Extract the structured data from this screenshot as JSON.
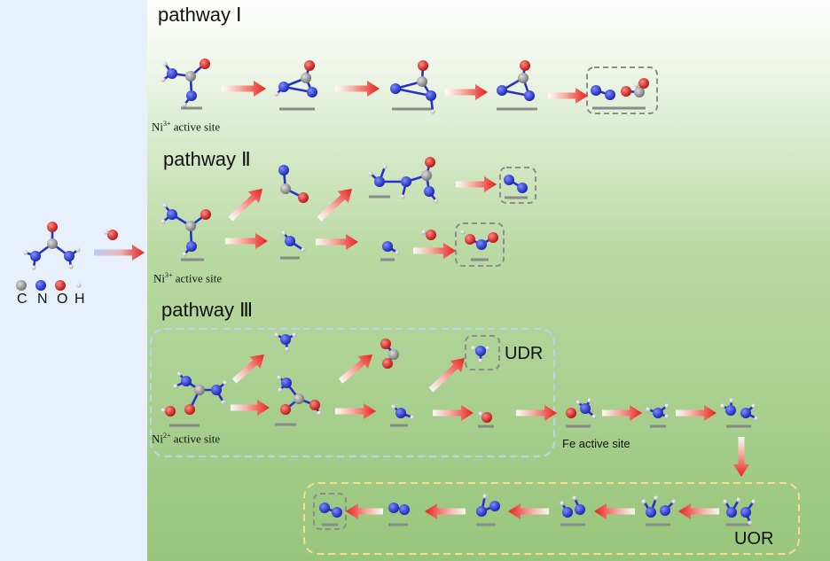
{
  "pathways": {
    "p1": "pathway Ⅰ",
    "p2": "pathway Ⅱ",
    "p3": "pathway Ⅲ"
  },
  "sites": {
    "ni3_a": {
      "base": "Ni",
      "sup": "3+",
      "rest": " active site"
    },
    "ni3_b": {
      "base": "Ni",
      "sup": "3+",
      "rest": " active site"
    },
    "ni2": {
      "base": "Ni",
      "sup": "2+",
      "rest": " active site"
    },
    "fe": "Fe active site"
  },
  "legend": {
    "items": [
      {
        "label": "C",
        "color": "#8a8a8a"
      },
      {
        "label": "N",
        "color": "#1f2fd6"
      },
      {
        "label": "O",
        "color": "#d81b1b"
      },
      {
        "label": "H",
        "color": "#e8e8e8"
      }
    ]
  },
  "labels": {
    "udr": "UDR",
    "uor": "UOR"
  },
  "colors": {
    "carbon": "#8a8a8a",
    "nitrogen": "#1f2fd6",
    "oxygen": "#d81b1b",
    "hydrogen": "#f0f0f0",
    "arrow": "#e8201a",
    "left_panel": "#e8f1fb",
    "bg_green": "#9fcb84",
    "udr_box": "#b8d0ea",
    "uor_box": "#f3dc8c",
    "product_box": "#8c8c8c"
  }
}
